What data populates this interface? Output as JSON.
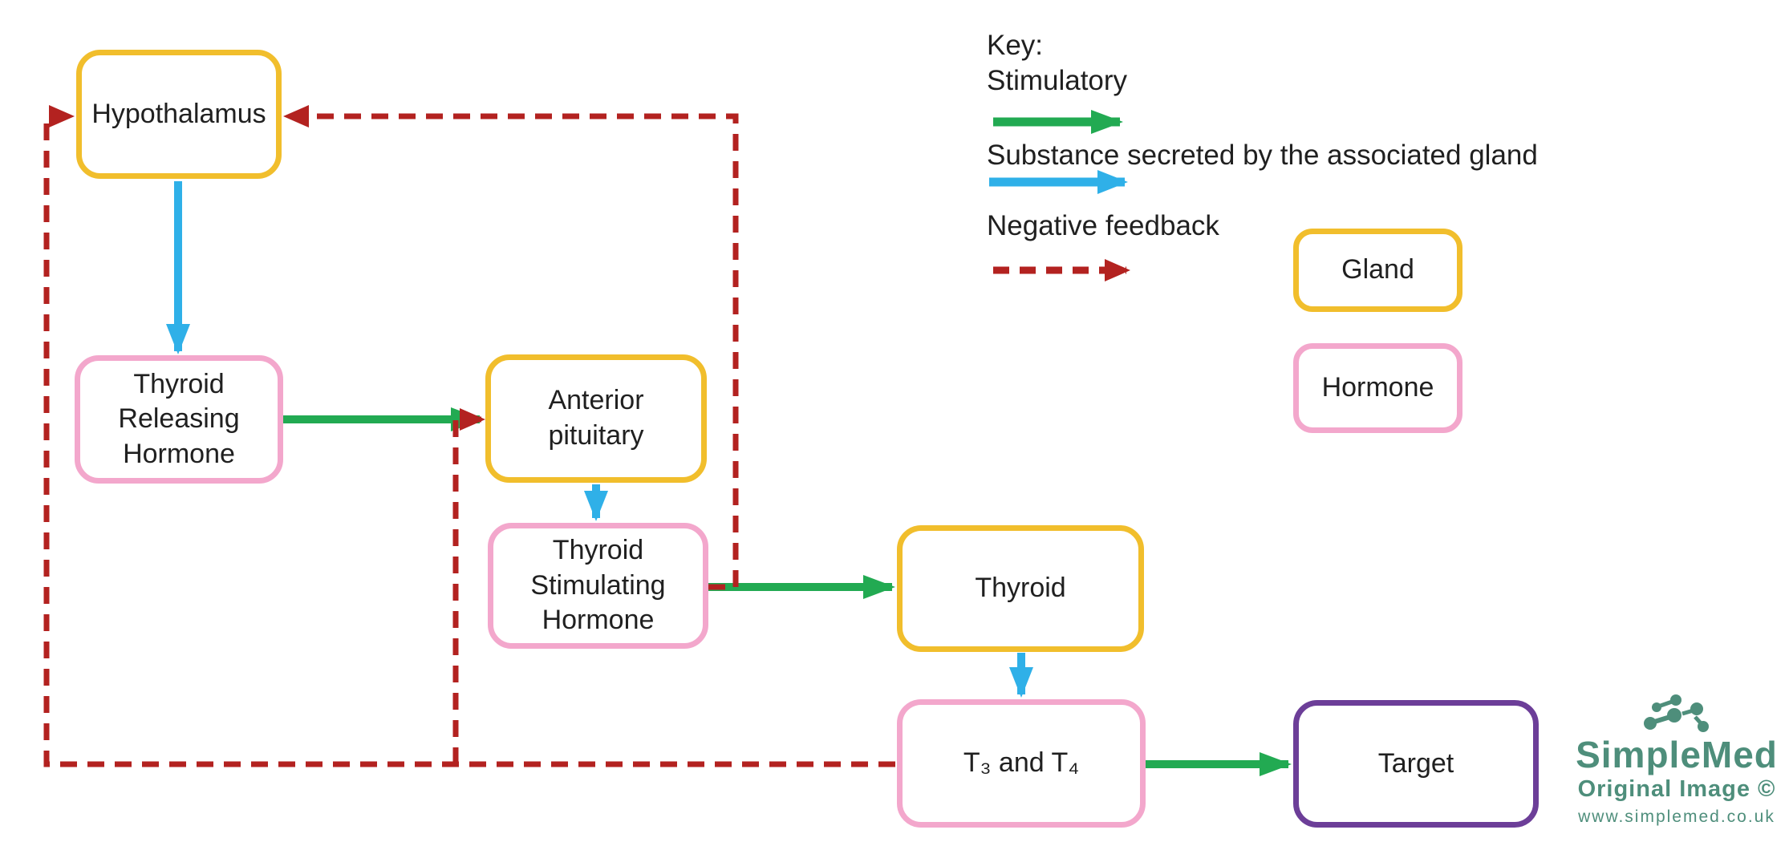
{
  "colors": {
    "gland_border": "#F1BE2C",
    "hormone_border": "#F3A7CC",
    "target_border": "#6C3E98",
    "stimulatory": "#22AA52",
    "secretion": "#2FB0E8",
    "feedback": "#B32220",
    "text": "#202020",
    "logo": "#4E8E7B"
  },
  "nodes": [
    {
      "id": "hypothalamus",
      "type": "gland",
      "label": "Hypothalamus"
    },
    {
      "id": "trh",
      "type": "hormone",
      "label": "Thyroid\nReleasing\nHormone"
    },
    {
      "id": "anterior-pituitary",
      "type": "gland",
      "label": "Anterior\npituitary"
    },
    {
      "id": "tsh",
      "type": "hormone",
      "label": "Thyroid\nStimulating\nHormone"
    },
    {
      "id": "thyroid",
      "type": "gland",
      "label": "Thyroid"
    },
    {
      "id": "t3-t4",
      "type": "hormone",
      "label": "T₃ and T₄"
    },
    {
      "id": "target",
      "type": "target",
      "label": "Target"
    }
  ],
  "key": {
    "title": "Key:",
    "stimulatory_label": "Stimulatory",
    "secretion_label": "Substance secreted by the associated gland",
    "feedback_label": "Negative feedback",
    "gland_label": "Gland",
    "hormone_label": "Hormone"
  },
  "logo": {
    "name": "SimpleMed",
    "caption": "Original Image ©",
    "url": "www.simplemed.co.uk"
  }
}
